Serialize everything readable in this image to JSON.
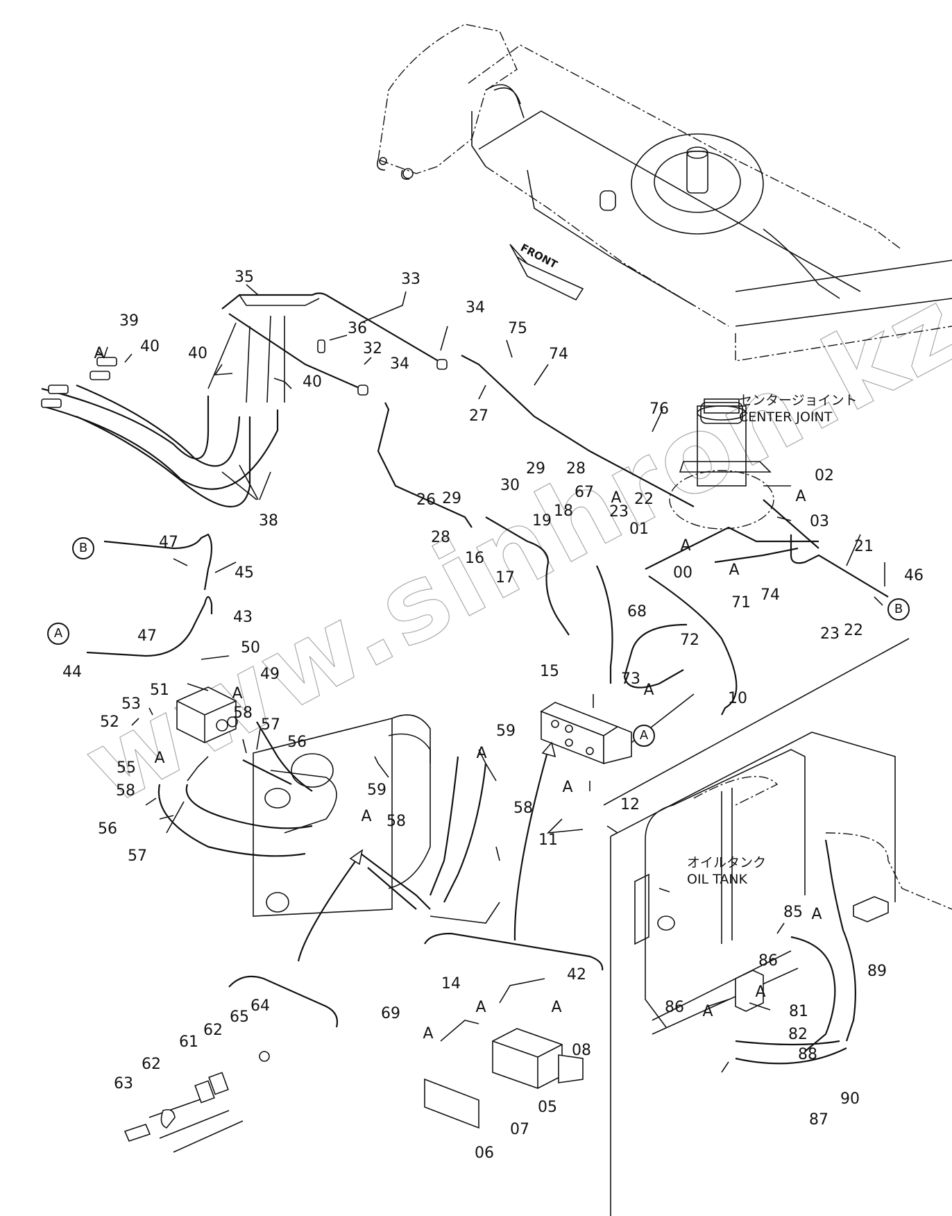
{
  "diagram": {
    "type": "exploded parts diagram - hydraulic piping",
    "watermark": "www.sinhron.kz",
    "front_arrow": "FRONT",
    "captions": {
      "center_joint_jp": "センタージョイント",
      "center_joint_en": "CENTER JOINT",
      "oil_tank_jp": "オイルタンク",
      "oil_tank_en": "OIL TANK"
    },
    "circled_refs": {
      "a": "A",
      "b": "B"
    },
    "group_marker": "A",
    "labels": [
      {
        "id": "35",
        "text": "35"
      },
      {
        "id": "33",
        "text": "33"
      },
      {
        "id": "34a",
        "text": "34"
      },
      {
        "id": "34b",
        "text": "34"
      },
      {
        "id": "36",
        "text": "36"
      },
      {
        "id": "32",
        "text": "32"
      },
      {
        "id": "39",
        "text": "39"
      },
      {
        "id": "40a",
        "text": "40"
      },
      {
        "id": "40b",
        "text": "40"
      },
      {
        "id": "40c",
        "text": "40"
      },
      {
        "id": "38",
        "text": "38"
      },
      {
        "id": "75",
        "text": "75"
      },
      {
        "id": "74a",
        "text": "74"
      },
      {
        "id": "27",
        "text": "27"
      },
      {
        "id": "29a",
        "text": "29"
      },
      {
        "id": "29b",
        "text": "29"
      },
      {
        "id": "30",
        "text": "30"
      },
      {
        "id": "28a",
        "text": "28"
      },
      {
        "id": "28b",
        "text": "28"
      },
      {
        "id": "26",
        "text": "26"
      },
      {
        "id": "76",
        "text": "76"
      },
      {
        "id": "02",
        "text": "02"
      },
      {
        "id": "03",
        "text": "03"
      },
      {
        "id": "22a",
        "text": "22"
      },
      {
        "id": "23a",
        "text": "23"
      },
      {
        "id": "67",
        "text": "67"
      },
      {
        "id": "01",
        "text": "01"
      },
      {
        "id": "00",
        "text": "00"
      },
      {
        "id": "18",
        "text": "18"
      },
      {
        "id": "19",
        "text": "19"
      },
      {
        "id": "16",
        "text": "16"
      },
      {
        "id": "17",
        "text": "17"
      },
      {
        "id": "68",
        "text": "68"
      },
      {
        "id": "71",
        "text": "71"
      },
      {
        "id": "74b",
        "text": "74"
      },
      {
        "id": "21",
        "text": "21"
      },
      {
        "id": "46",
        "text": "46"
      },
      {
        "id": "22b",
        "text": "22"
      },
      {
        "id": "23b",
        "text": "23"
      },
      {
        "id": "72",
        "text": "72"
      },
      {
        "id": "10",
        "text": "10"
      },
      {
        "id": "15",
        "text": "15"
      },
      {
        "id": "73",
        "text": "73"
      },
      {
        "id": "47a",
        "text": "47"
      },
      {
        "id": "45",
        "text": "45"
      },
      {
        "id": "43",
        "text": "43"
      },
      {
        "id": "47b",
        "text": "47"
      },
      {
        "id": "44",
        "text": "44"
      },
      {
        "id": "50",
        "text": "50"
      },
      {
        "id": "49",
        "text": "49"
      },
      {
        "id": "51",
        "text": "51"
      },
      {
        "id": "53",
        "text": "53"
      },
      {
        "id": "52",
        "text": "52"
      },
      {
        "id": "58a",
        "text": "58"
      },
      {
        "id": "57a",
        "text": "57"
      },
      {
        "id": "56a",
        "text": "56"
      },
      {
        "id": "55",
        "text": "55"
      },
      {
        "id": "58b",
        "text": "58"
      },
      {
        "id": "56b",
        "text": "56"
      },
      {
        "id": "57b",
        "text": "57"
      },
      {
        "id": "59a",
        "text": "59"
      },
      {
        "id": "58c",
        "text": "58"
      },
      {
        "id": "59b",
        "text": "59"
      },
      {
        "id": "58d",
        "text": "58"
      },
      {
        "id": "11",
        "text": "11"
      },
      {
        "id": "12",
        "text": "12"
      },
      {
        "id": "14",
        "text": "14"
      },
      {
        "id": "42",
        "text": "42"
      },
      {
        "id": "69",
        "text": "69"
      },
      {
        "id": "08",
        "text": "08"
      },
      {
        "id": "05",
        "text": "05"
      },
      {
        "id": "07",
        "text": "07"
      },
      {
        "id": "06",
        "text": "06"
      },
      {
        "id": "64",
        "text": "64"
      },
      {
        "id": "65",
        "text": "65"
      },
      {
        "id": "62a",
        "text": "62"
      },
      {
        "id": "61",
        "text": "61"
      },
      {
        "id": "62b",
        "text": "62"
      },
      {
        "id": "63",
        "text": "63"
      },
      {
        "id": "85",
        "text": "85"
      },
      {
        "id": "86a",
        "text": "86"
      },
      {
        "id": "86b",
        "text": "86"
      },
      {
        "id": "81",
        "text": "81"
      },
      {
        "id": "82",
        "text": "82"
      },
      {
        "id": "88",
        "text": "88"
      },
      {
        "id": "89",
        "text": "89"
      },
      {
        "id": "90",
        "text": "90"
      },
      {
        "id": "87",
        "text": "87"
      }
    ]
  }
}
